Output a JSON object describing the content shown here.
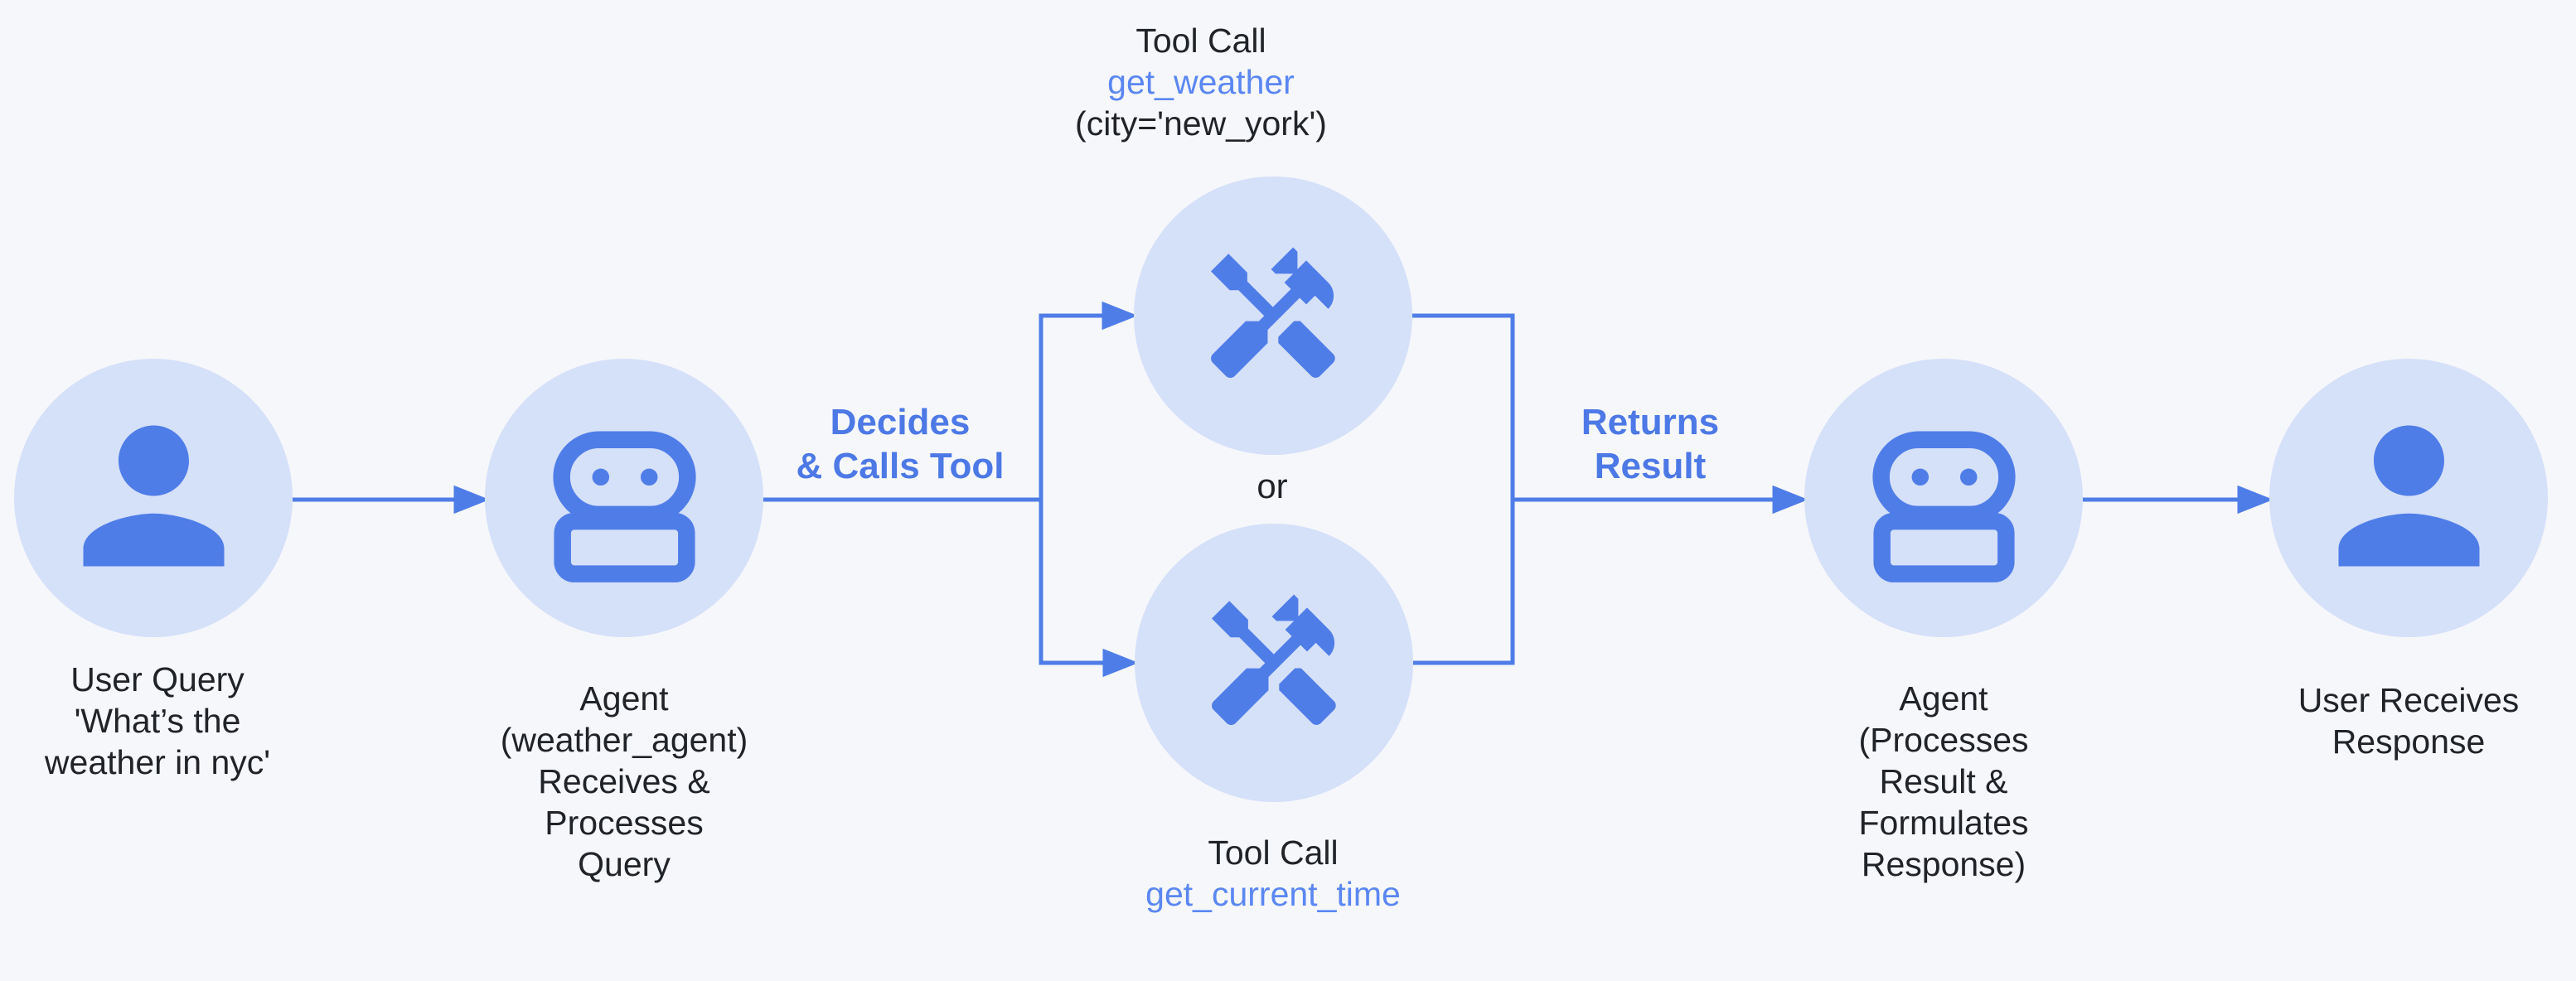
{
  "colors": {
    "background": "#f6f7fa",
    "node_fill": "#d5e0f9",
    "accent_blue": "#4f7de8",
    "label_blue": "#4d79e6",
    "tool_name_blue": "#5b87f2",
    "text": "#202328"
  },
  "nodes": {
    "user_query": {
      "icon": "person-icon",
      "caption": [
        "User Query",
        "'What’s the",
        "weather in nyc'"
      ]
    },
    "agent_receives": {
      "icon": "robot-icon",
      "caption": [
        "Agent",
        "(weather_agent)",
        "Receives &",
        "Processes",
        "Query"
      ]
    },
    "tool_weather": {
      "icon": "handyman-icon",
      "label_title": "Tool Call",
      "label_name": "get_weather",
      "label_args": "(city='new_york')"
    },
    "tool_time": {
      "icon": "handyman-icon",
      "label_title": "Tool Call",
      "label_name": "get_current_time"
    },
    "agent_responds": {
      "icon": "robot-icon",
      "caption": [
        "Agent",
        "(Processes",
        "Result &",
        "Formulates",
        "Response)"
      ]
    },
    "user_response": {
      "icon": "person-icon",
      "caption": [
        "User Receives",
        "Response"
      ]
    }
  },
  "edge_labels": {
    "decides": [
      "Decides",
      "& Calls Tool"
    ],
    "returns": [
      "Returns",
      "Result"
    ],
    "or": "or"
  }
}
